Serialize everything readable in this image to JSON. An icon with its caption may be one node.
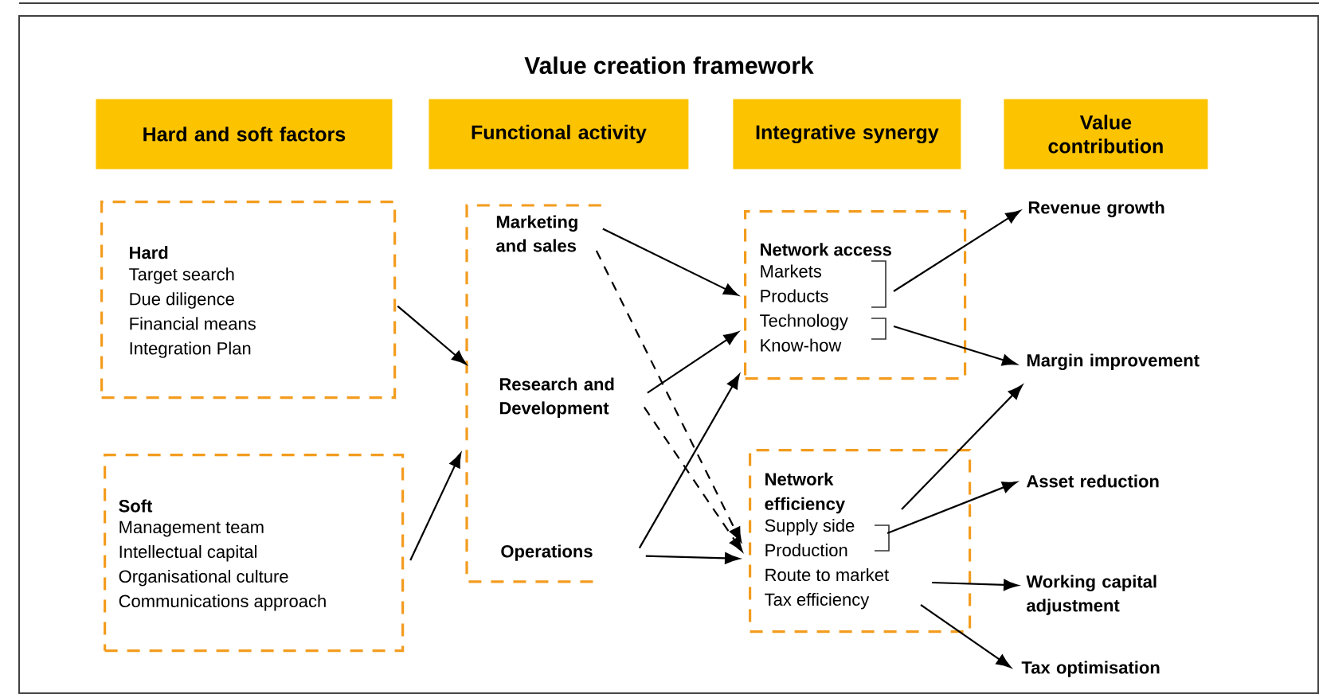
{
  "diagram": {
    "title": "Value creation framework",
    "nodes": [
      {
        "text": [
          "Hard and soft factors"
        ]
      },
      {
        "text": [
          "Functional activity"
        ]
      },
      {
        "text": [
          "Integrative synergy"
        ]
      },
      {
        "text": [
          "Value contribution"
        ]
      },
      {
        "text": [
          "Hard",
          "Target search",
          "Due diligence",
          "Financial means",
          "Integration Plan"
        ]
      },
      {
        "text": [
          "Soft",
          "Management team",
          "Intellectual capital",
          "Organisational culture",
          "Communications approach"
        ]
      },
      {
        "text": [],
        "shape": "box"
      },
      {
        "text": [
          "Marketing and sales"
        ],
        "in": 6
      },
      {
        "text": [
          "Research and Development"
        ],
        "in": 6
      },
      {
        "text": [
          "Operations"
        ],
        "in": 6
      },
      {
        "text": [
          "Network access",
          "Markets",
          "Products",
          "Technology",
          "Know-how"
        ]
      },
      {
        "text": [
          "Network efficiency",
          "Supply side",
          "Production",
          "Route to market",
          "Tax efficiency"
        ]
      },
      {
        "text": [
          "Revenue growth"
        ]
      },
      {
        "text": [
          "Margin improvement"
        ]
      },
      {
        "text": [
          "Asset reduction"
        ]
      },
      {
        "text": [
          "Working capital adjustment"
        ]
      },
      {
        "text": [
          "Tax optimisation"
        ]
      }
    ],
    "edges": [
      {
        "from": 4,
        "to": 6,
        "arrow": "to"
      },
      {
        "from": 5,
        "to": 6,
        "arrow": "to"
      },
      {
        "from": 7,
        "to": 10,
        "arrow": "to"
      },
      {
        "from": 7,
        "to": 11,
        "arrow": "to",
        "style": "dashed"
      },
      {
        "from": 8,
        "to": 10,
        "arrow": "to"
      },
      {
        "from": 8,
        "to": 11,
        "arrow": "to",
        "style": "dashed"
      },
      {
        "from": 9,
        "to": 10,
        "arrow": "to"
      },
      {
        "from": 9,
        "to": 11,
        "arrow": "to"
      },
      {
        "from": 10,
        "to": 12,
        "arrow": "to"
      },
      {
        "from": 10,
        "to": 13,
        "arrow": "to"
      },
      {
        "from": 11,
        "to": 13,
        "arrow": "to"
      },
      {
        "from": 11,
        "to": 14,
        "arrow": "to"
      },
      {
        "from": 11,
        "to": 15,
        "arrow": "to"
      },
      {
        "from": 11,
        "to": 16,
        "arrow": "to"
      }
    ]
  }
}
